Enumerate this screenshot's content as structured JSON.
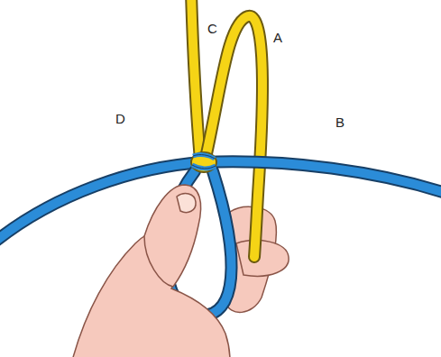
{
  "diagram": {
    "labels": [
      "C",
      "A",
      "D",
      "B"
    ]
  }
}
